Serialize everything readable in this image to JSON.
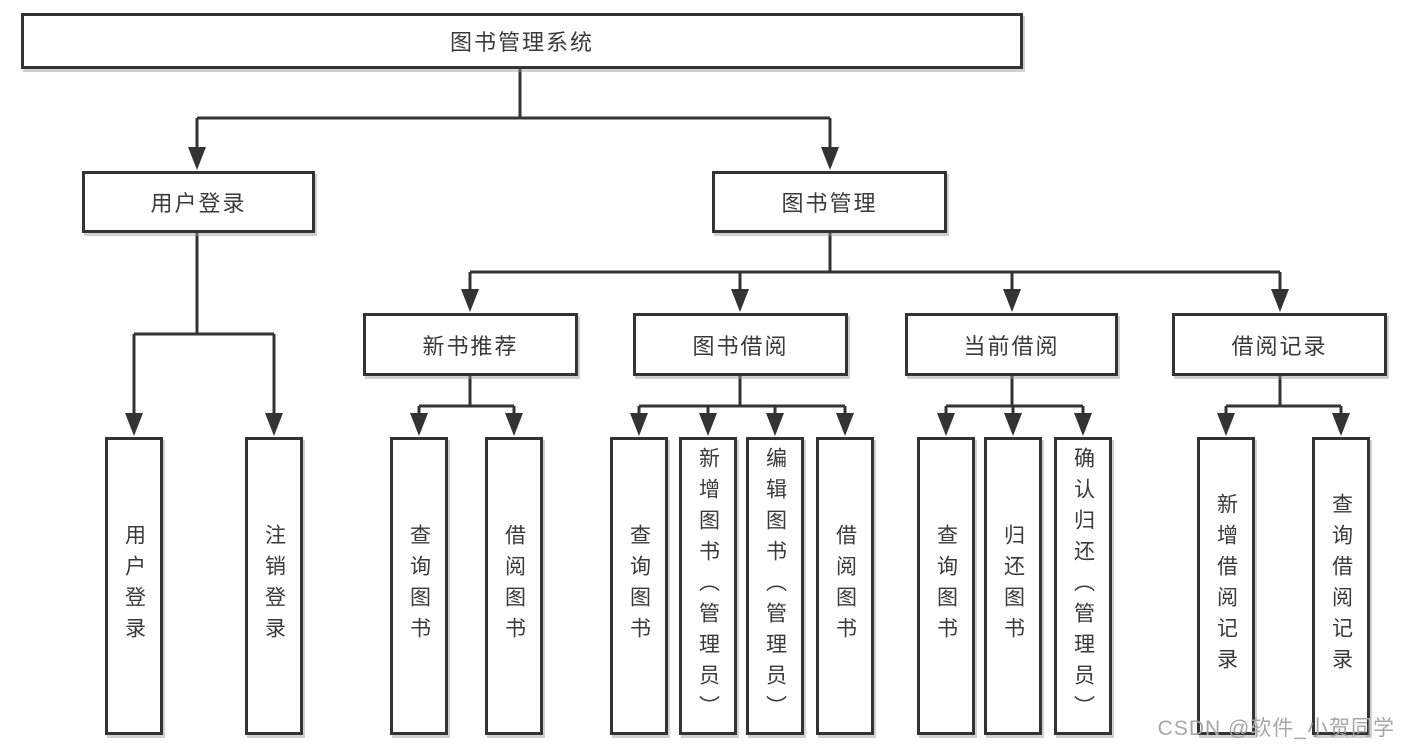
{
  "diagram": {
    "root": {
      "label": "图书管理系统",
      "children": [
        {
          "label": "用户登录",
          "children": [
            {
              "label": "用户登录"
            },
            {
              "label": "注销登录"
            }
          ]
        },
        {
          "label": "图书管理",
          "children": [
            {
              "label": "新书推荐",
              "children": [
                {
                  "label": "查询图书"
                },
                {
                  "label": "借阅图书"
                }
              ]
            },
            {
              "label": "图书借阅",
              "children": [
                {
                  "label": "查询图书"
                },
                {
                  "label": "新增图书（管理员）"
                },
                {
                  "label": "编辑图书（管理员）"
                },
                {
                  "label": "借阅图书"
                }
              ]
            },
            {
              "label": "当前借阅",
              "children": [
                {
                  "label": "查询图书"
                },
                {
                  "label": "归还图书"
                },
                {
                  "label": "确认归还（管理员）"
                }
              ]
            },
            {
              "label": "借阅记录",
              "children": [
                {
                  "label": "新增借阅记录"
                },
                {
                  "label": "查询借阅记录"
                }
              ]
            }
          ]
        }
      ]
    }
  },
  "watermark": {
    "text": "CSDN @软件_小贺同学"
  },
  "colors": {
    "line": "#333333",
    "text": "#3a3a3a",
    "watermark": "#a6a6a6",
    "background": "#ffffff"
  }
}
